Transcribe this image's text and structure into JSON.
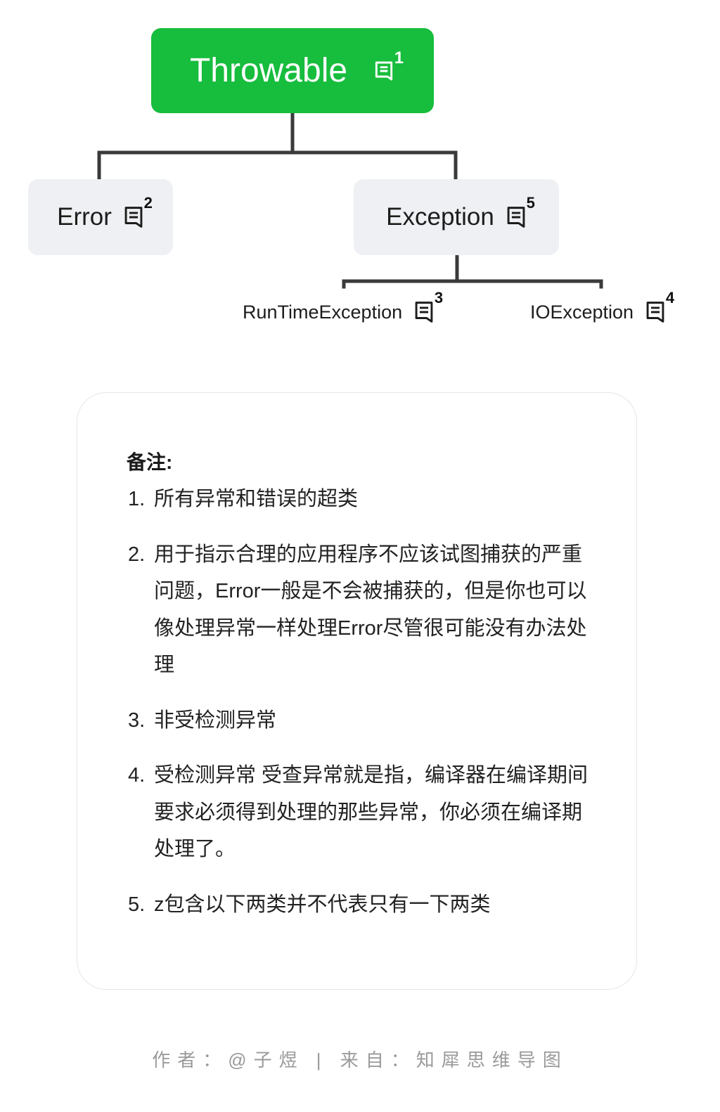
{
  "mindmap": {
    "root": {
      "label": "Throwable",
      "note_ref": "1",
      "color": "#17bd3d"
    },
    "children": [
      {
        "label": "Error",
        "note_ref": "2"
      },
      {
        "label": "Exception",
        "note_ref": "5",
        "children": [
          {
            "label": "RunTimeException",
            "note_ref": "3"
          },
          {
            "label": "IOException",
            "note_ref": "4"
          }
        ]
      }
    ],
    "note_icon": "note-icon"
  },
  "notes": {
    "title": "备注:",
    "items": [
      {
        "num": "1.",
        "text": "所有异常和错误的超类"
      },
      {
        "num": "2.",
        "text": "用于指示合理的应用程序不应该试图捕获的严重问题，Error一般是不会被捕获的，但是你也可以像处理异常一样处理Error尽管很可能没有办法处理"
      },
      {
        "num": "3.",
        "text": "非受检测异常"
      },
      {
        "num": "4.",
        "text": "受检测异常 受查异常就是指，编译器在编译期间要求必须得到处理的那些异常，你必须在编译期处理了。"
      },
      {
        "num": "5.",
        "text": "z包含以下两类并不代表只有一下两类"
      }
    ]
  },
  "footer": {
    "text": "作者：@子煜 | 来自：知犀思维导图"
  }
}
